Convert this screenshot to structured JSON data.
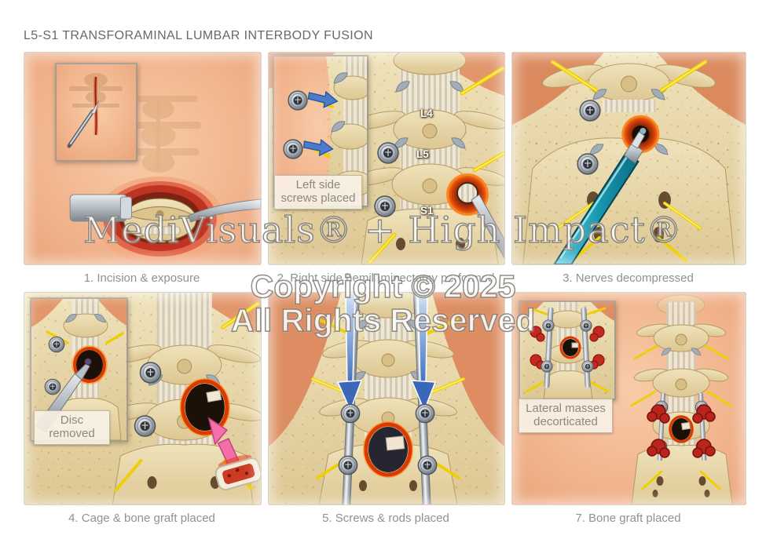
{
  "page": {
    "title": "L5-S1 TRANSFORAMINAL LUMBAR INTERBODY FUSION"
  },
  "watermarks": {
    "brand": "MediVisuals® + High Impact®",
    "copyright_line1": "Copyright © 2025",
    "copyright_line2": "All Rights Reserved"
  },
  "panels": [
    {
      "caption": "1. Incision & exposure"
    },
    {
      "caption": "2. Right side hemilaminectomy performed",
      "overlay_label": "Left side screws placed",
      "vertebra_labels": [
        "L4",
        "L5",
        "S1"
      ]
    },
    {
      "caption": "3. Nerves decompressed"
    },
    {
      "caption": "4. Cage & bone graft placed",
      "overlay_label": "Disc removed"
    },
    {
      "caption": "5. Screws & rods placed"
    },
    {
      "caption": "7. Bone graft placed",
      "overlay_label": "Lateral masses decorticated"
    }
  ],
  "colors": {
    "skin": "#f0b18a",
    "bone": "#e6d3a3",
    "nerve_yellow": "#eecf05",
    "inflamed_red": "#d93a00",
    "instrument_teal": "#1795ad",
    "arrow_blue": "#3b67b8",
    "arrow_pink": "#f36fa9",
    "title_gray": "#65686d",
    "caption_gray": "#8d9298"
  }
}
